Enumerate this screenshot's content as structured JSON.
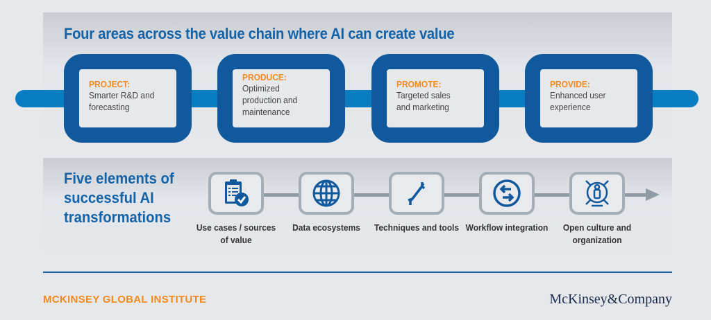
{
  "top": {
    "title": "Four areas across the value chain where AI can create value",
    "areas": [
      {
        "heading": "PROJECT:",
        "text": "Smarter R&D and forecasting"
      },
      {
        "heading": "PRODUCE:",
        "text": "Optimized production and maintenance"
      },
      {
        "heading": "PROMOTE:",
        "text": "Targeted sales and marketing"
      },
      {
        "heading": "PROVIDE:",
        "text": "Enhanced user experience"
      }
    ]
  },
  "bottom": {
    "title": "Five elements of successful AI transformations",
    "elements": [
      {
        "label": "Use cases / sources of value",
        "icon": "clipboard-check-icon"
      },
      {
        "label": "Data ecosystems",
        "icon": "globe-icon"
      },
      {
        "label": "Techniques and tools",
        "icon": "wrench-icon"
      },
      {
        "label": "Workflow integration",
        "icon": "exchange-arrows-icon"
      },
      {
        "label": "Open culture and organization",
        "icon": "person-network-icon"
      }
    ]
  },
  "footer": {
    "left": "MCKINSEY GLOBAL INSTITUTE",
    "right": "McKinsey&Company"
  },
  "colors": {
    "blue": "#10599d",
    "light_blue": "#0a7cc1",
    "orange": "#f08a1c"
  }
}
